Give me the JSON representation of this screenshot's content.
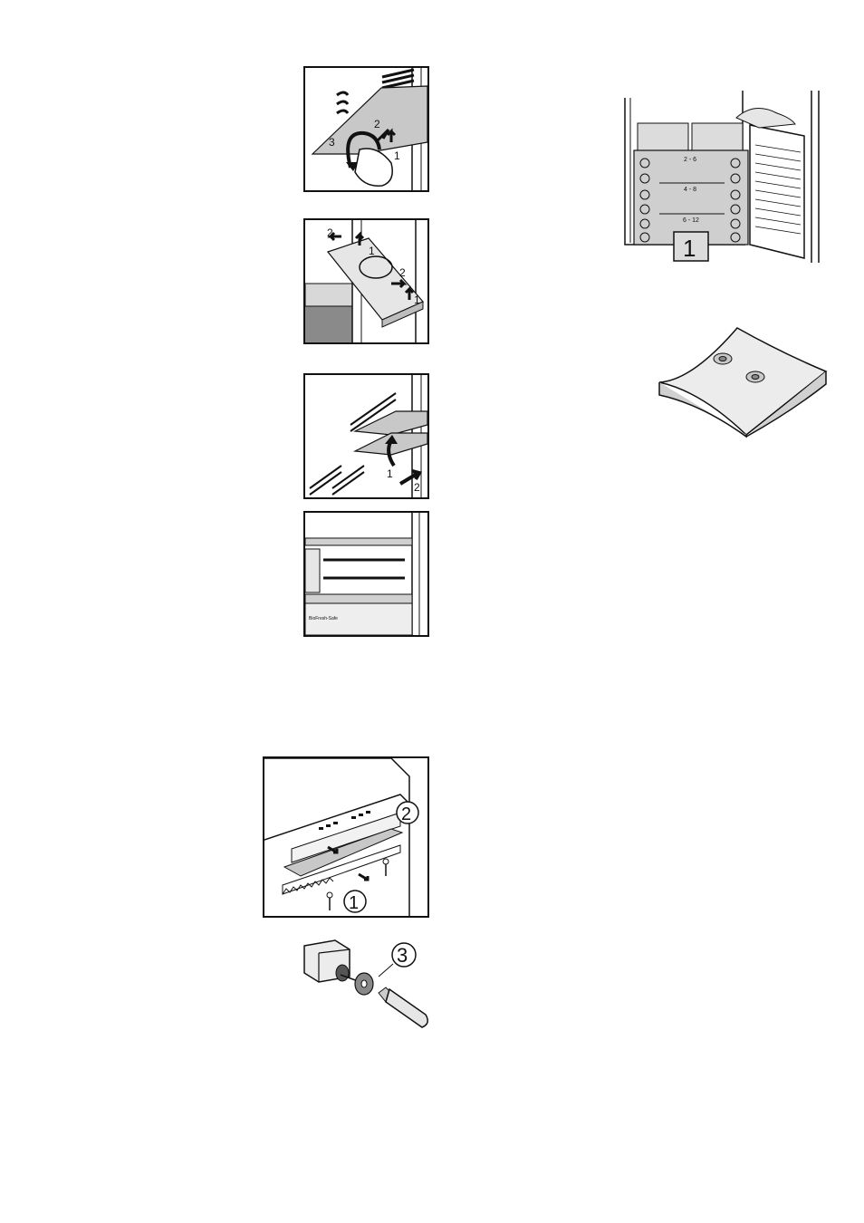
{
  "fig1": {
    "steps": [
      "1",
      "2",
      "3"
    ]
  },
  "fig2": {
    "steps": [
      "1",
      "1",
      "2",
      "2"
    ]
  },
  "fig3": {
    "steps": [
      "1",
      "2"
    ]
  },
  "fig4": {
    "label": "BioFresh-Safe"
  },
  "fridge": {
    "callout": "1",
    "zones": [
      "2 - 6",
      "4 - 8",
      "6 - 12"
    ]
  },
  "fig6": {
    "callouts": [
      "2",
      "1"
    ]
  },
  "fig7": {
    "callout": "3"
  }
}
